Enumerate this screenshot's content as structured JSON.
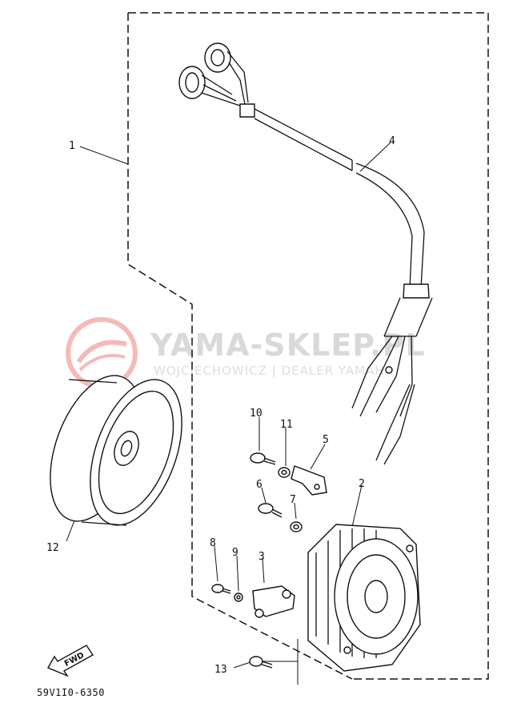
{
  "diagram": {
    "part_code": "59V1I0-6350",
    "fwd_label": "FWD",
    "callouts": {
      "p1": "1",
      "p2": "2",
      "p3": "3",
      "p4": "4",
      "p5": "5",
      "p6": "6",
      "p7": "7",
      "p8": "8",
      "p9": "9",
      "p10": "10",
      "p11": "11",
      "p12": "12",
      "p13": "13"
    }
  },
  "watermark": {
    "brand": "YAMA-SKLEP.PL",
    "subtitle": "WOJCIECHOWICZ | DEALER YAMAHA",
    "color": "#e53935"
  }
}
